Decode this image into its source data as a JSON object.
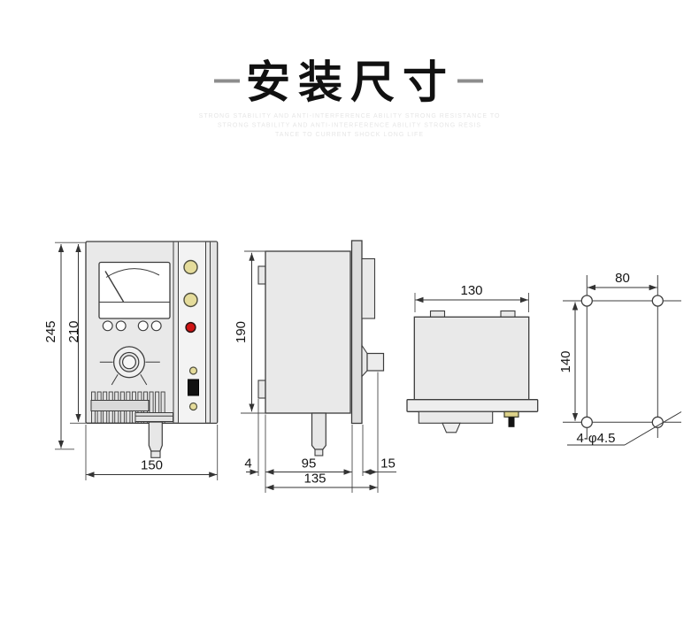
{
  "title": {
    "text": "安装尺寸"
  },
  "watermark": {
    "line1": "STRONG STABILITY AND ANTI-INTERFERENCE ABILITY STRONG RESISTANCE TO",
    "line2": "STRONG STABILITY AND ANTI-INTERFERENCE ABILITY STRONG RESIS",
    "line3": "TANCE TO CURRENT SHOCK LONG LIFE"
  },
  "front_view": {
    "dim_overall_height": "245",
    "dim_panel_height": "210",
    "dim_width": "150"
  },
  "side_view": {
    "dim_height": "190",
    "dim_flange": "4",
    "dim_body_depth": "95",
    "dim_knob_depth": "15",
    "dim_total_depth": "135"
  },
  "back_view": {
    "dim_width": "130"
  },
  "mounting_view": {
    "dim_hole_span_h": "80",
    "dim_hole_span_v": "140",
    "holes_label": "4-φ4.5"
  },
  "colors": {
    "outline": "#3c3c3c",
    "body_fill": "#e9e9e9",
    "button_yellow": "#e5dc9b",
    "indicator_red": "#cf1414",
    "screw_yellow": "#ddd289"
  }
}
